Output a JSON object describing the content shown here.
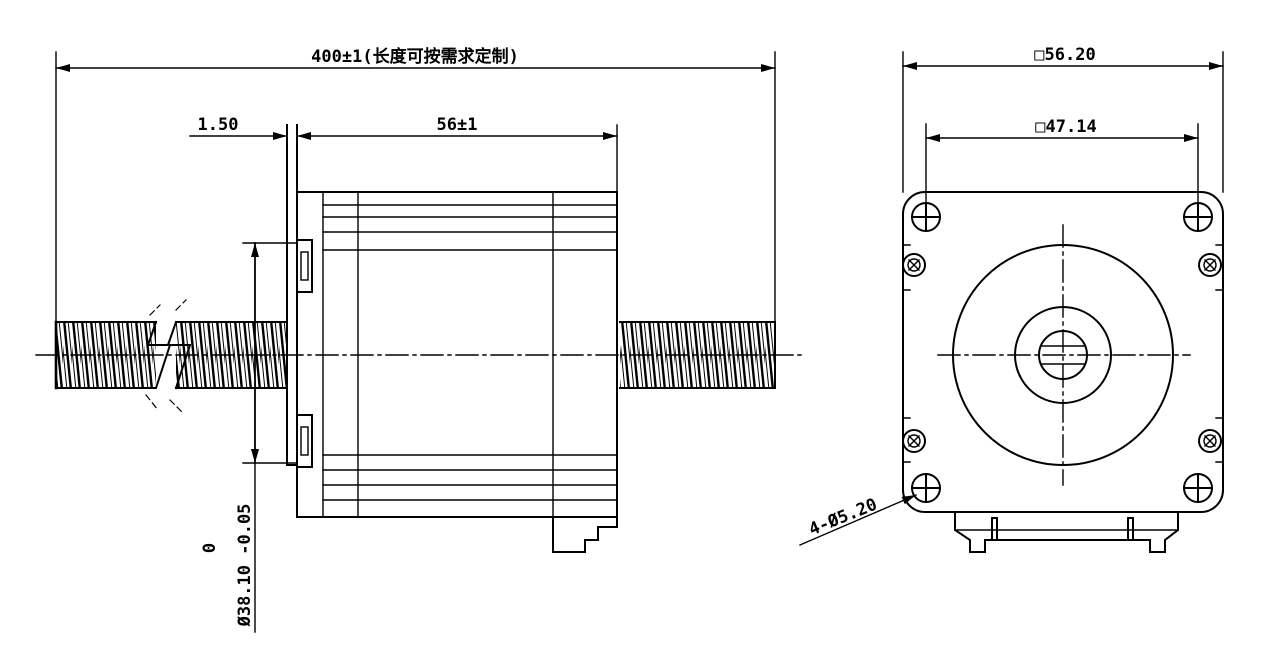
{
  "dimensions": {
    "total_length": "400±1(长度可按需求定制)",
    "flange_thickness": "1.50",
    "motor_length": "56±1",
    "boss_dia_upper": "0",
    "boss_dia_lower": "Ø38.10 -0.05",
    "frame_size": "□56.20",
    "hole_spacing": "□47.14",
    "mount_holes": "4-Ø5.20"
  },
  "colors": {
    "line": "#000000",
    "background": "#ffffff"
  }
}
